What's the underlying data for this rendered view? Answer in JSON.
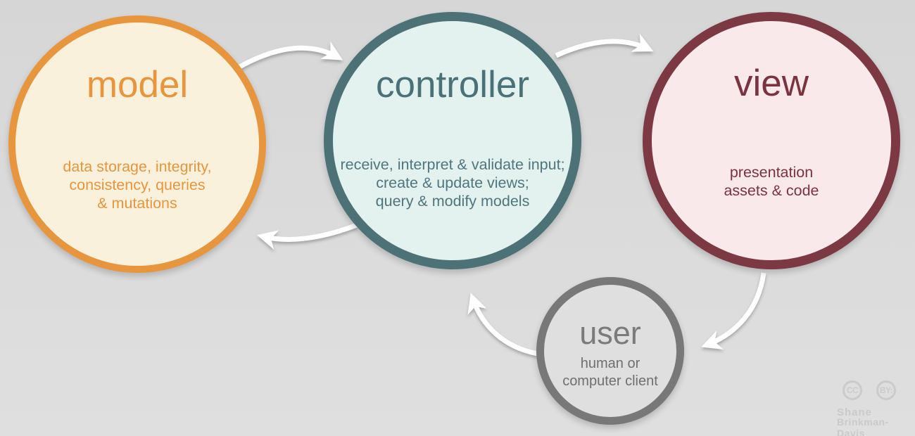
{
  "diagram": {
    "background_color": "#dadada",
    "arrow_color": "#ffffff",
    "nodes": [
      {
        "id": "model",
        "title": "model",
        "description": "data storage, integrity,\nconsistency, queries\n& mutations",
        "border_color": "#e8963e",
        "fill_color": "#faf1dc",
        "text_color": "#e8953b"
      },
      {
        "id": "controller",
        "title": "controller",
        "description": "receive, interpret & validate input;\ncreate & update views;\nquery & modify models",
        "border_color": "#4c7278",
        "fill_color": "#e3f1ef",
        "text_color": "#4a7078"
      },
      {
        "id": "view",
        "title": "view",
        "description": "presentation\nassets & code",
        "border_color": "#7c3843",
        "fill_color": "#fae9eb",
        "text_color": "#7a3440"
      },
      {
        "id": "user",
        "title": "user",
        "description": "human or\ncomputer client",
        "border_color": "#787878",
        "fill_color": "#dfdfdf",
        "text_color": "#7b7b7b"
      }
    ],
    "edges": [
      {
        "from": "model",
        "to": "controller"
      },
      {
        "from": "controller",
        "to": "view"
      },
      {
        "from": "controller",
        "to": "model"
      },
      {
        "from": "view",
        "to": "user"
      },
      {
        "from": "user",
        "to": "controller"
      }
    ]
  },
  "attribution": {
    "cc_label": "CC",
    "by_label": "BY:",
    "author_line1": "Shane",
    "author_line2": "Brinkman-Davis"
  }
}
